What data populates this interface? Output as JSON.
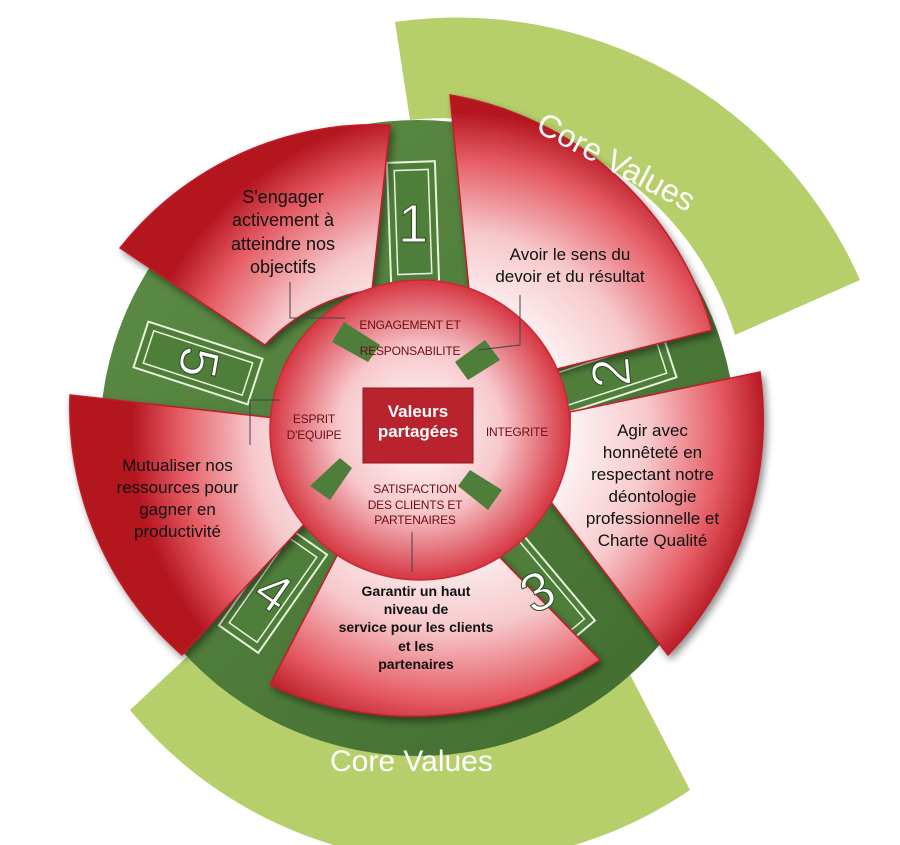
{
  "core_values": [
    "Core Values",
    "Core Values"
  ],
  "center_label": [
    "Valeurs",
    "partagées"
  ],
  "panel_numbers": [
    "1",
    "2",
    "3",
    "4",
    "5"
  ],
  "inner_labels": {
    "engagement": [
      "ENGAGEMENT ET",
      "RESPONSABILITE"
    ],
    "integrite": "INTEGRITE",
    "satisfaction": [
      "SATISFACTION",
      "DES CLIENTS ET",
      "PARTENAIRES"
    ],
    "esprit": [
      "ESPRIT",
      "D'EQUIPE"
    ]
  },
  "petals": {
    "p1": [
      "S'engager",
      "activement à",
      "atteindre nos",
      "objectifs"
    ],
    "p2": [
      "Avoir le sens du",
      "devoir et du résultat"
    ],
    "p3": [
      "Agir avec",
      "honnêteté en",
      "respectant notre",
      "déontologie",
      "professionnelle et",
      "Charte Qualité"
    ],
    "p4": [
      "Garantir un haut",
      "niveau de",
      "service pour les clients",
      "et les",
      "partenaires"
    ],
    "p5": [
      "Mutualiser nos",
      "ressources pour",
      "gagner en",
      "productivité"
    ]
  },
  "colors": {
    "green_band": "#b6cf6a",
    "dark_green": "#4e7d3a",
    "petal_red": "#d42a35",
    "center_red": "#b8232d"
  }
}
